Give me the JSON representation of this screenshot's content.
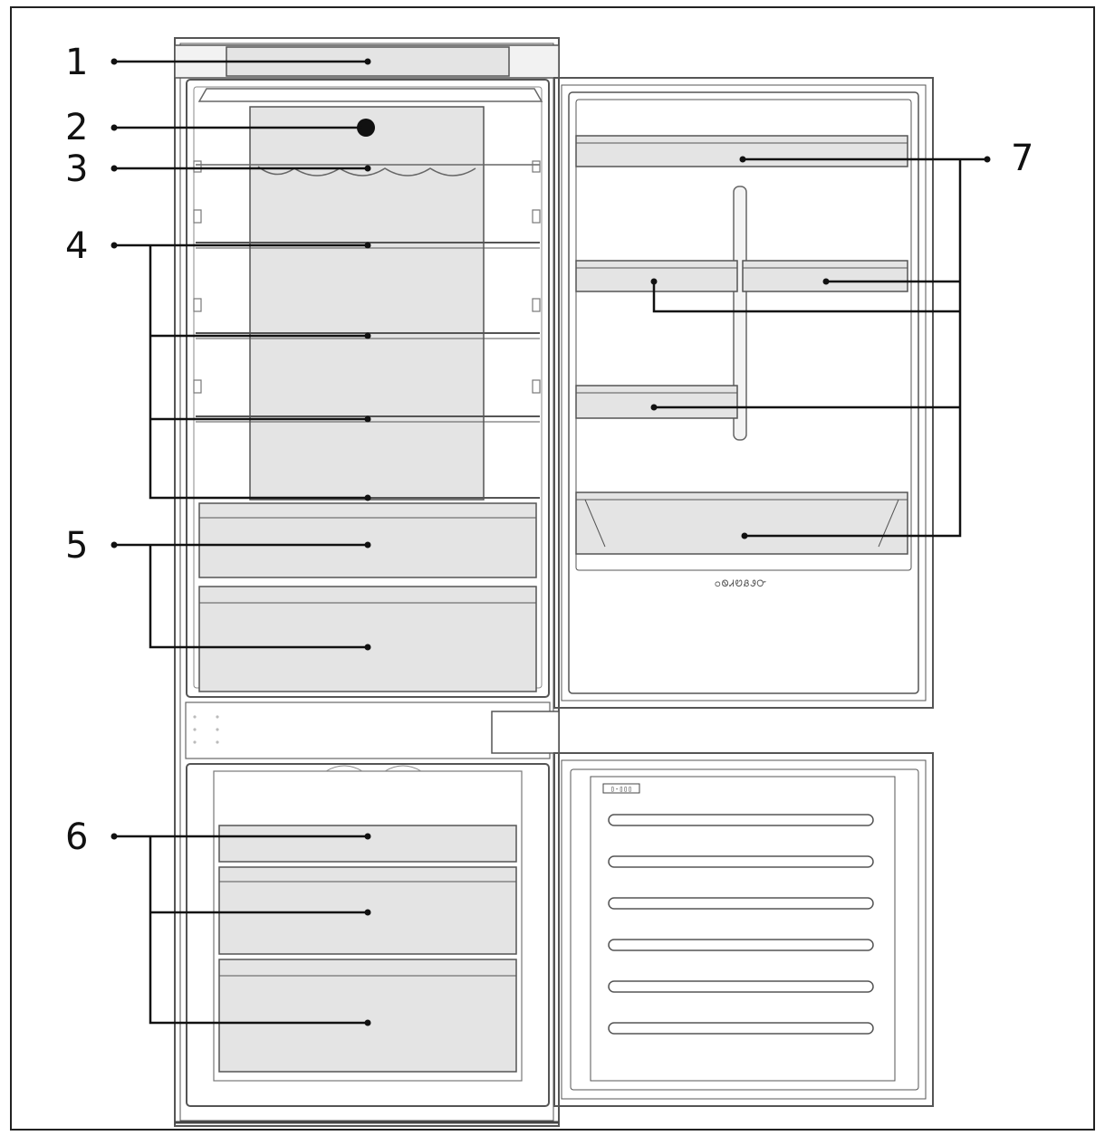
{
  "callouts": {
    "c1": "1",
    "c2": "2",
    "c3": "3",
    "c4": "4",
    "c5": "5",
    "c6": "6",
    "c7": "7"
  },
  "door_logo": "ᴑᏫᏗᏬᏰᏭᏅ",
  "freezer_door_badge": "▯-▯▯▯",
  "colors": {
    "line": "#111111",
    "outline": "#555555",
    "component_fill": "#e4e4e4",
    "background": "#ffffff"
  }
}
